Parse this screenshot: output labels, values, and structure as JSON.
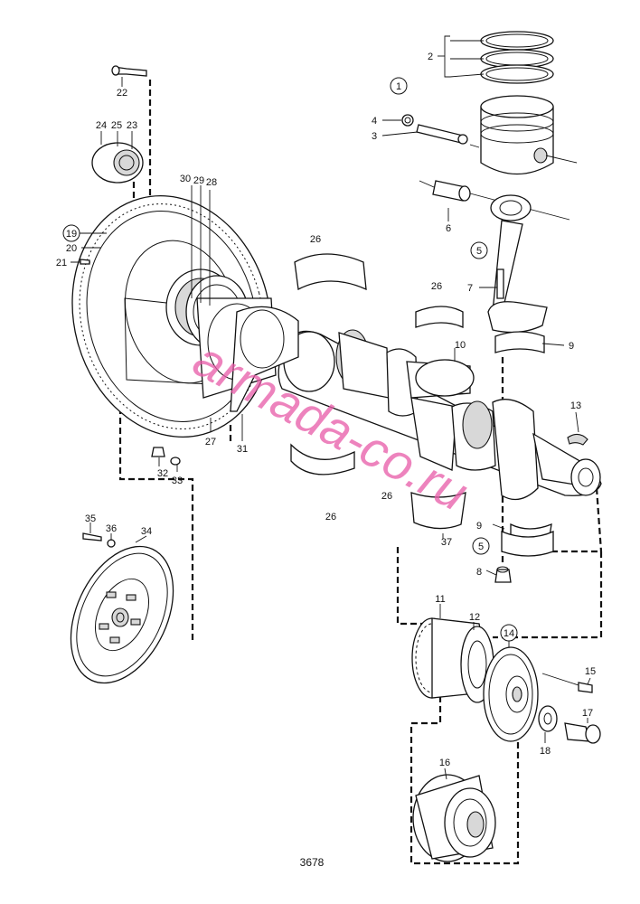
{
  "watermark": "armada-co.ru",
  "drawing_number": "3678",
  "callouts": [
    {
      "id": "1",
      "circled": true
    },
    {
      "id": "2"
    },
    {
      "id": "3"
    },
    {
      "id": "4"
    },
    {
      "id": "5",
      "circled": true
    },
    {
      "id": "6"
    },
    {
      "id": "7"
    },
    {
      "id": "8"
    },
    {
      "id": "9"
    },
    {
      "id": "10"
    },
    {
      "id": "11"
    },
    {
      "id": "12"
    },
    {
      "id": "13"
    },
    {
      "id": "14",
      "circled": true
    },
    {
      "id": "15"
    },
    {
      "id": "16"
    },
    {
      "id": "17"
    },
    {
      "id": "18"
    },
    {
      "id": "19",
      "circled": true
    },
    {
      "id": "20"
    },
    {
      "id": "21"
    },
    {
      "id": "22"
    },
    {
      "id": "23"
    },
    {
      "id": "24"
    },
    {
      "id": "25"
    },
    {
      "id": "26"
    },
    {
      "id": "27"
    },
    {
      "id": "28"
    },
    {
      "id": "29"
    },
    {
      "id": "30"
    },
    {
      "id": "31"
    },
    {
      "id": "32"
    },
    {
      "id": "33"
    },
    {
      "id": "34"
    },
    {
      "id": "35"
    },
    {
      "id": "36"
    },
    {
      "id": "37"
    }
  ]
}
